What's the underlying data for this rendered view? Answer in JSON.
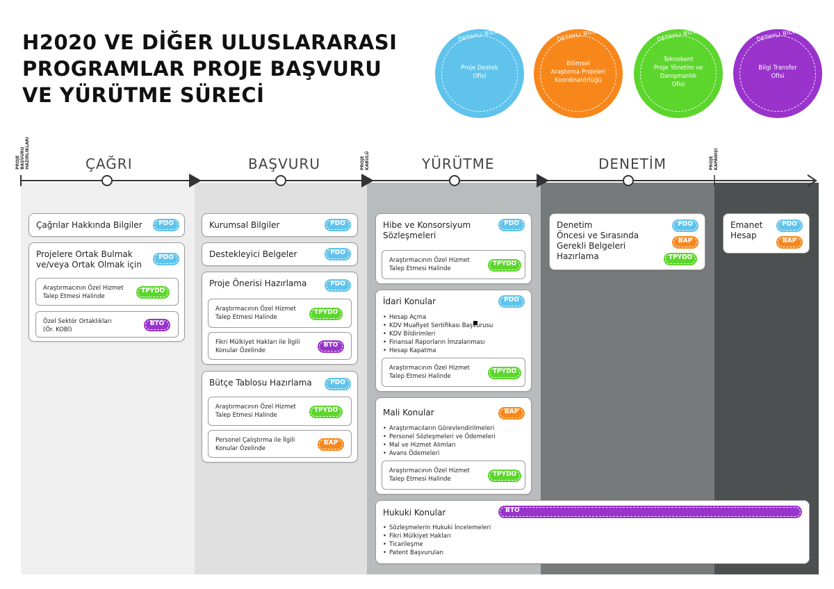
{
  "title": [
    "H2020 VE DİĞER ULUSLARARASI",
    "PROGRAMLAR PROJE BAŞVURU",
    "VE YÜRÜTME SÜRECİ"
  ],
  "circles": [
    {
      "caption": "DETAYLI BİLGİ",
      "text": [
        "Proje Destek",
        "Ofisi"
      ],
      "color": "#5fc3ec"
    },
    {
      "caption": "DETAYLI BİLGİ",
      "text": [
        "Bilimsel",
        "Araştırma Projeleri",
        "Koordinatörlüğü"
      ],
      "color": "#f7871b"
    },
    {
      "caption": "DETAYLI BİLGİ",
      "text": [
        "Teknokent",
        "Proje Yönetim ve",
        "Danışmanlık",
        "Ofisi"
      ],
      "color": "#5cd62c"
    },
    {
      "caption": "DETAYLI BİLGİ",
      "text": [
        "Bilgi Transfer",
        "Ofisi"
      ],
      "color": "#9933cc"
    }
  ],
  "milestones": {
    "start": [
      "PROJE",
      "BAŞVURU",
      "HAZIRLIKLARI"
    ],
    "accept": [
      "PROJE",
      "KABULÜ"
    ],
    "close": [
      "PROJE",
      "KAPANIŞI"
    ]
  },
  "phases": [
    "ÇAĞRI",
    "BAŞVURU",
    "YÜRÜTME",
    "DENETİM"
  ],
  "badges": {
    "pdo": "PDO",
    "tpydo": "TPYDO",
    "bto": "BTO",
    "bap": "BAP"
  },
  "sub_common": [
    "Araştırmacının Özel Hizmet",
    "Talep Etmesi Halinde"
  ],
  "cagri": {
    "card1": "Çağrılar Hakkında Bilgiler",
    "card2": [
      "Projelere Ortak Bulmak",
      "ve/veya Ortak Olmak için"
    ],
    "sub_kobi": [
      "Özel Sektör Ortaklıkları",
      "(Ör. KOBİ)"
    ]
  },
  "basvuru": {
    "card1": "Kurumsal Bilgiler",
    "card2": "Destekleyici Belgeler",
    "card3": "Proje Önerisi Hazırlama",
    "sub_fikri": [
      "Fikri Mülkiyet Hakları ile İlgili",
      "Konular Özelinde"
    ],
    "card4": "Bütçe Tablosu Hazırlama",
    "sub_personel": [
      "Personel Çalıştırma ile İlgili",
      "Konular Özelinde"
    ]
  },
  "yurutme": {
    "card1": [
      "Hibe ve Konsorsiyum",
      "Sözleşmeleri"
    ],
    "card2": "İdari Konular",
    "idari_items": [
      "Hesap Açma",
      "KDV Muafiyet Sertifikası Başvurusu",
      "KDV Bildirimleri",
      "Finansal Raporların İmzalanması",
      "Hesap Kapatma"
    ],
    "card3": "Mali Konular",
    "mali_items": [
      "Araştırmacıların Görevlendirilmeleri",
      "Personel Sözleşmeleri ve Ödemeleri",
      "Mal ve Hizmet Alımları",
      "Avans Ödemeleri"
    ],
    "card4": "Hukuki Konular",
    "hukuki_items": [
      "Sözleşmelerin Hukuki İncelemeleri",
      "Fikri Mülkiyet Hakları",
      "Ticarileşme",
      "Patent Başvuruları"
    ]
  },
  "denetim": {
    "card1": [
      "Denetim",
      "Öncesi ve Sırasında",
      "Gerekli Belgeleri",
      "Hazırlama"
    ]
  },
  "kapanis": {
    "card1": [
      "Emanet",
      "Hesap"
    ]
  }
}
